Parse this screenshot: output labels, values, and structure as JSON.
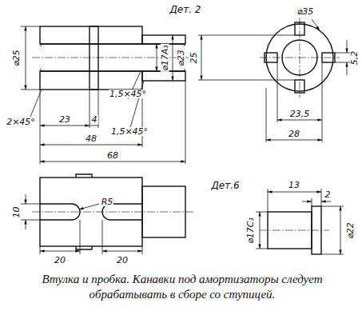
{
  "diagram": {
    "caption": "Втулка и пробка. Канавки под амортизаторы следует обрабатывать в сборе со ступицей.",
    "labels": [
      "Дет. 2",
      "⌀35",
      "⌀25",
      "2×45°",
      "1,5×45°",
      "⌀17А₃",
      "⌀23",
      "25",
      "1,5×45°",
      "23",
      "4",
      "48",
      "68",
      "23,5",
      "28",
      "5,2",
      "R5",
      "10",
      "20",
      "20",
      "Дет.6",
      "13",
      "2",
      "⌀17С₃",
      "⌀22"
    ]
  }
}
